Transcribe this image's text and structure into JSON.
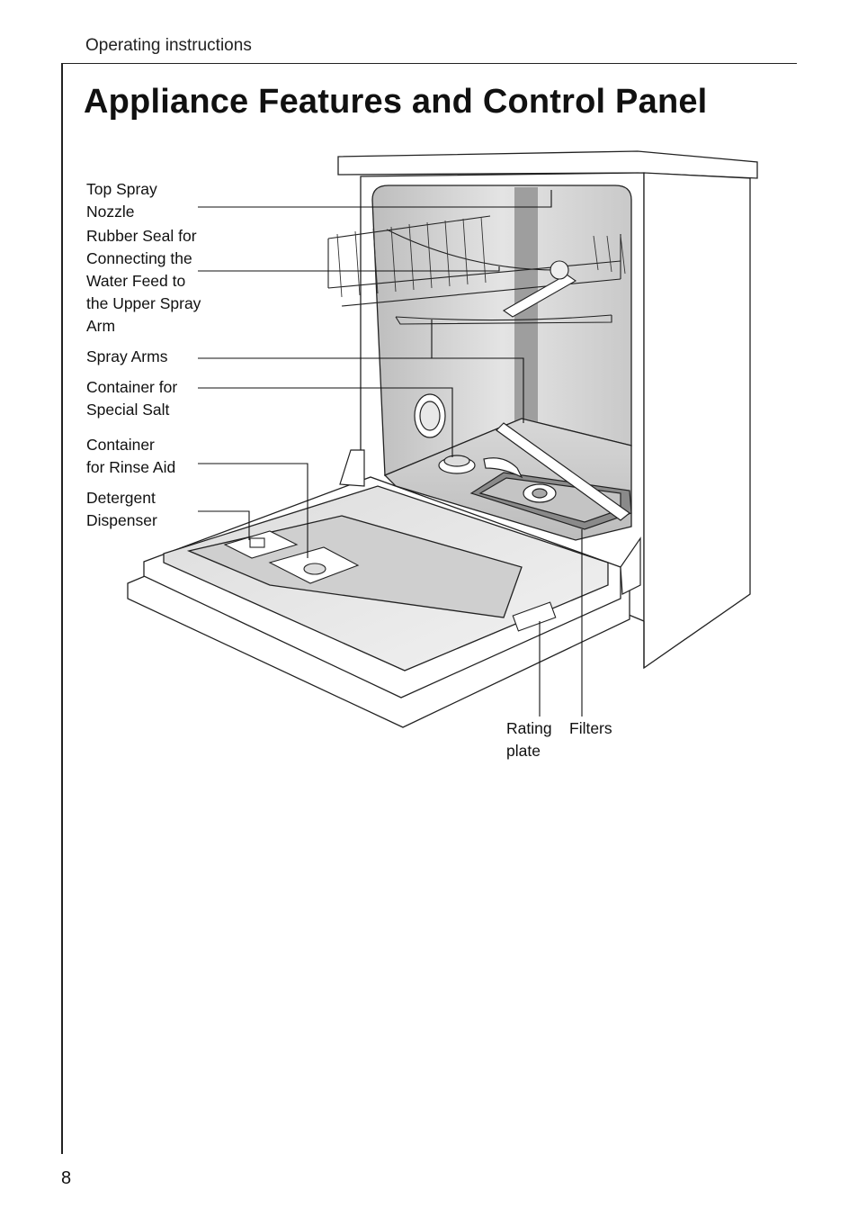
{
  "header": {
    "running_head": "Operating instructions"
  },
  "page": {
    "title": "Appliance Features and Control Panel",
    "number": "8"
  },
  "figure": {
    "labels": {
      "top_spray_nozzle": "Top Spray\nNozzle",
      "rubber_seal": "Rubber Seal for\nConnecting the\nWater Feed to\nthe Upper Spray\nArm",
      "spray_arms": "Spray Arms",
      "salt_container": "Container for\nSpecial Salt",
      "rinse_aid_container": "Container\nfor Rinse Aid",
      "detergent_dispenser": "Detergent\nDispenser",
      "rating_plate": "Rating\nplate",
      "filters": "Filters"
    }
  }
}
